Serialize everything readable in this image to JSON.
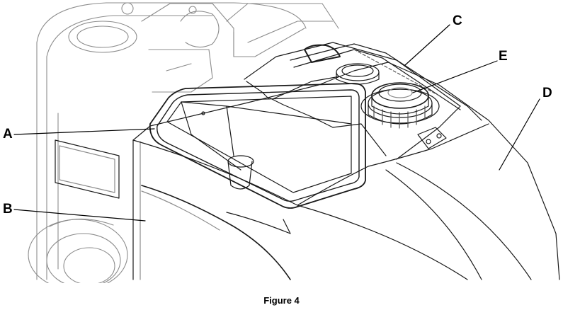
{
  "figure": {
    "caption": "Figure 4",
    "callouts": [
      {
        "id": "A",
        "label": "A"
      },
      {
        "id": "B",
        "label": "B"
      },
      {
        "id": "C",
        "label": "C"
      },
      {
        "id": "D",
        "label": "D"
      },
      {
        "id": "E",
        "label": "E"
      }
    ]
  },
  "colors": {
    "line": "#1a1a1a",
    "shade": "#8c8c8c",
    "background": "#ffffff"
  }
}
